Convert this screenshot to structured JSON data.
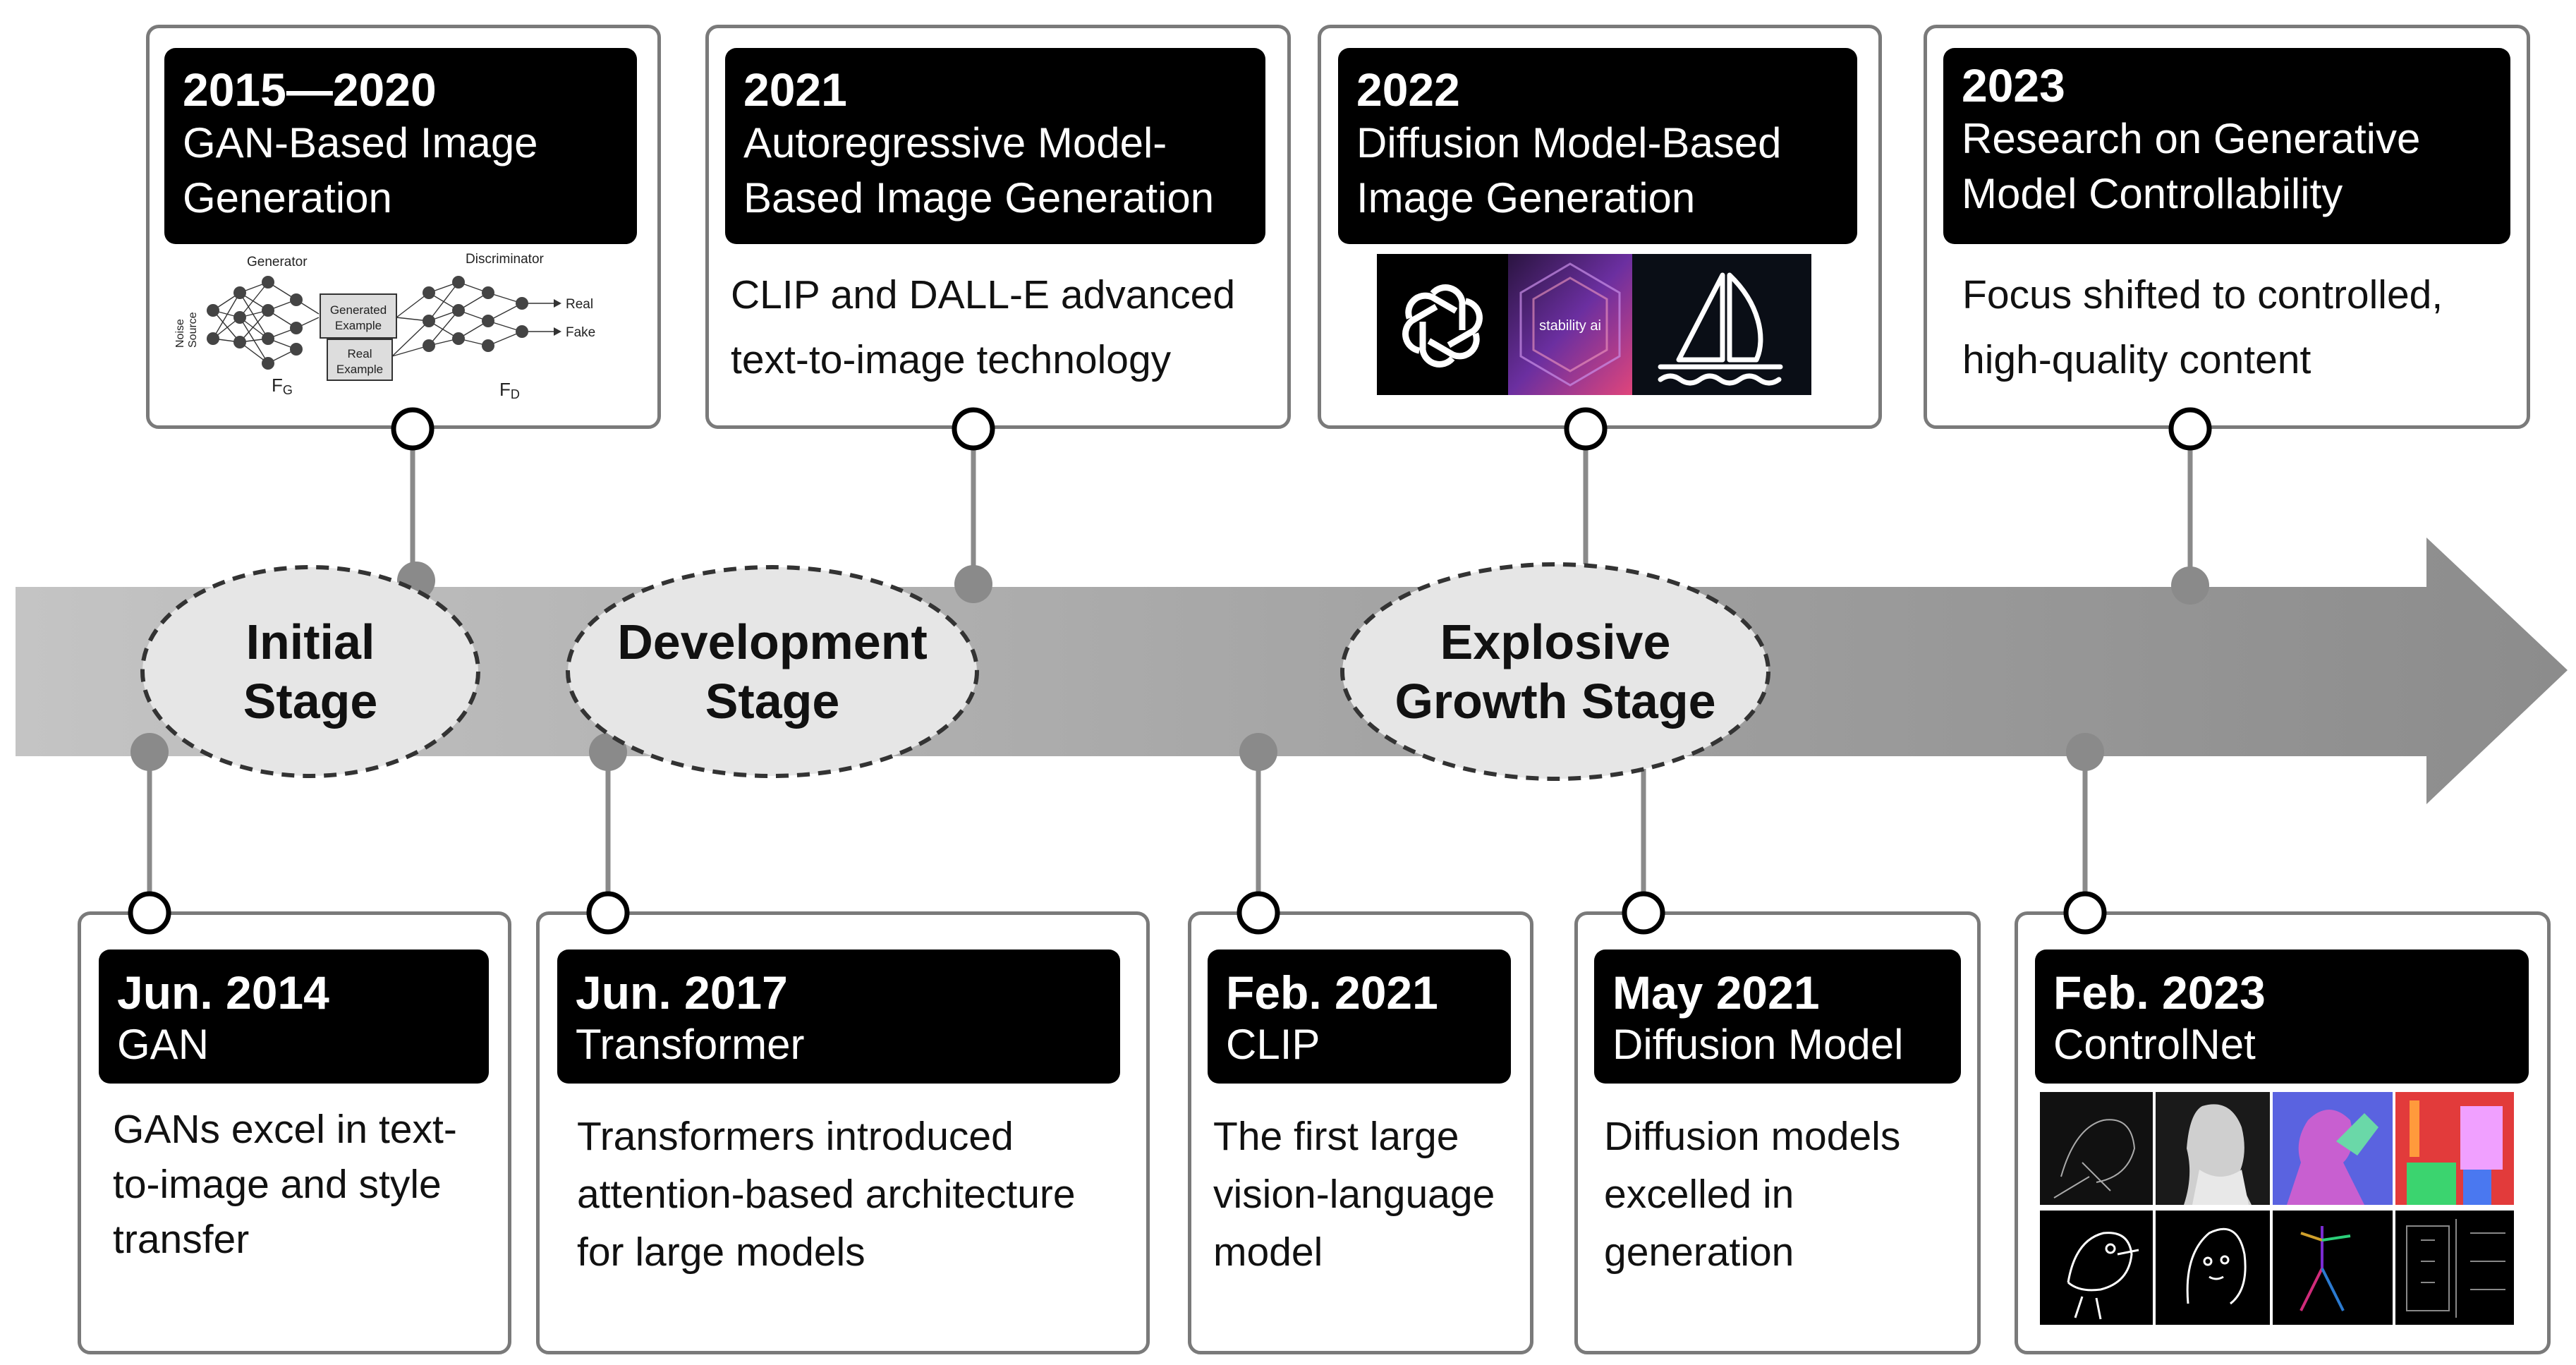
{
  "stages": {
    "initial": "Initial\nStage",
    "development": "Development\nStage",
    "explosive": "Explosive\nGrowth Stage"
  },
  "top_cards": [
    {
      "year": "2015—2020",
      "title": "GAN-Based Image\nGeneration",
      "description": ""
    },
    {
      "year": "2021",
      "title": "Autoregressive Model-\nBased Image Generation",
      "description": "CLIP and DALL-E advanced\ntext-to-image technology"
    },
    {
      "year": "2022",
      "title": "Diffusion Model-Based\nImage Generation",
      "description": ""
    },
    {
      "year": "2023",
      "title": "Research on Generative\nModel Controllability",
      "description": "Focus shifted to controlled,\nhigh-quality content"
    }
  ],
  "bottom_cards": [
    {
      "date": "Jun. 2014",
      "title": "GAN",
      "description": "GANs excel in text-\nto-image and style\ntransfer"
    },
    {
      "date": "Jun. 2017",
      "title": "Transformer",
      "description": "Transformers introduced\nattention-based architecture\nfor large models"
    },
    {
      "date": "Feb. 2021",
      "title": "CLIP",
      "description": "The first large\nvision-language\nmodel"
    },
    {
      "date": "May 2021",
      "title": "Diffusion Model",
      "description": "Diffusion models\nexcelled in\ngeneration"
    },
    {
      "date": "Feb. 2023",
      "title": "ControlNet",
      "description": ""
    }
  ],
  "gan_diagram": {
    "generator": "Generator",
    "discriminator": "Discriminator",
    "noise_source": "Noise\nSource",
    "generated_example": "Generated\nExample",
    "real_example": "Real\nExample",
    "real": "Real",
    "fake": "Fake",
    "fg": "FG",
    "fd": "FD"
  },
  "logos": {
    "stability": "stability ai",
    "icons": [
      "openai-logo",
      "stability-ai-logo",
      "midjourney-logo"
    ]
  },
  "colors": {
    "arrow": "#a9a9a9",
    "stage_fill": "#e6e6e6",
    "header": "#000000",
    "card_border": "#7a7a7a"
  }
}
